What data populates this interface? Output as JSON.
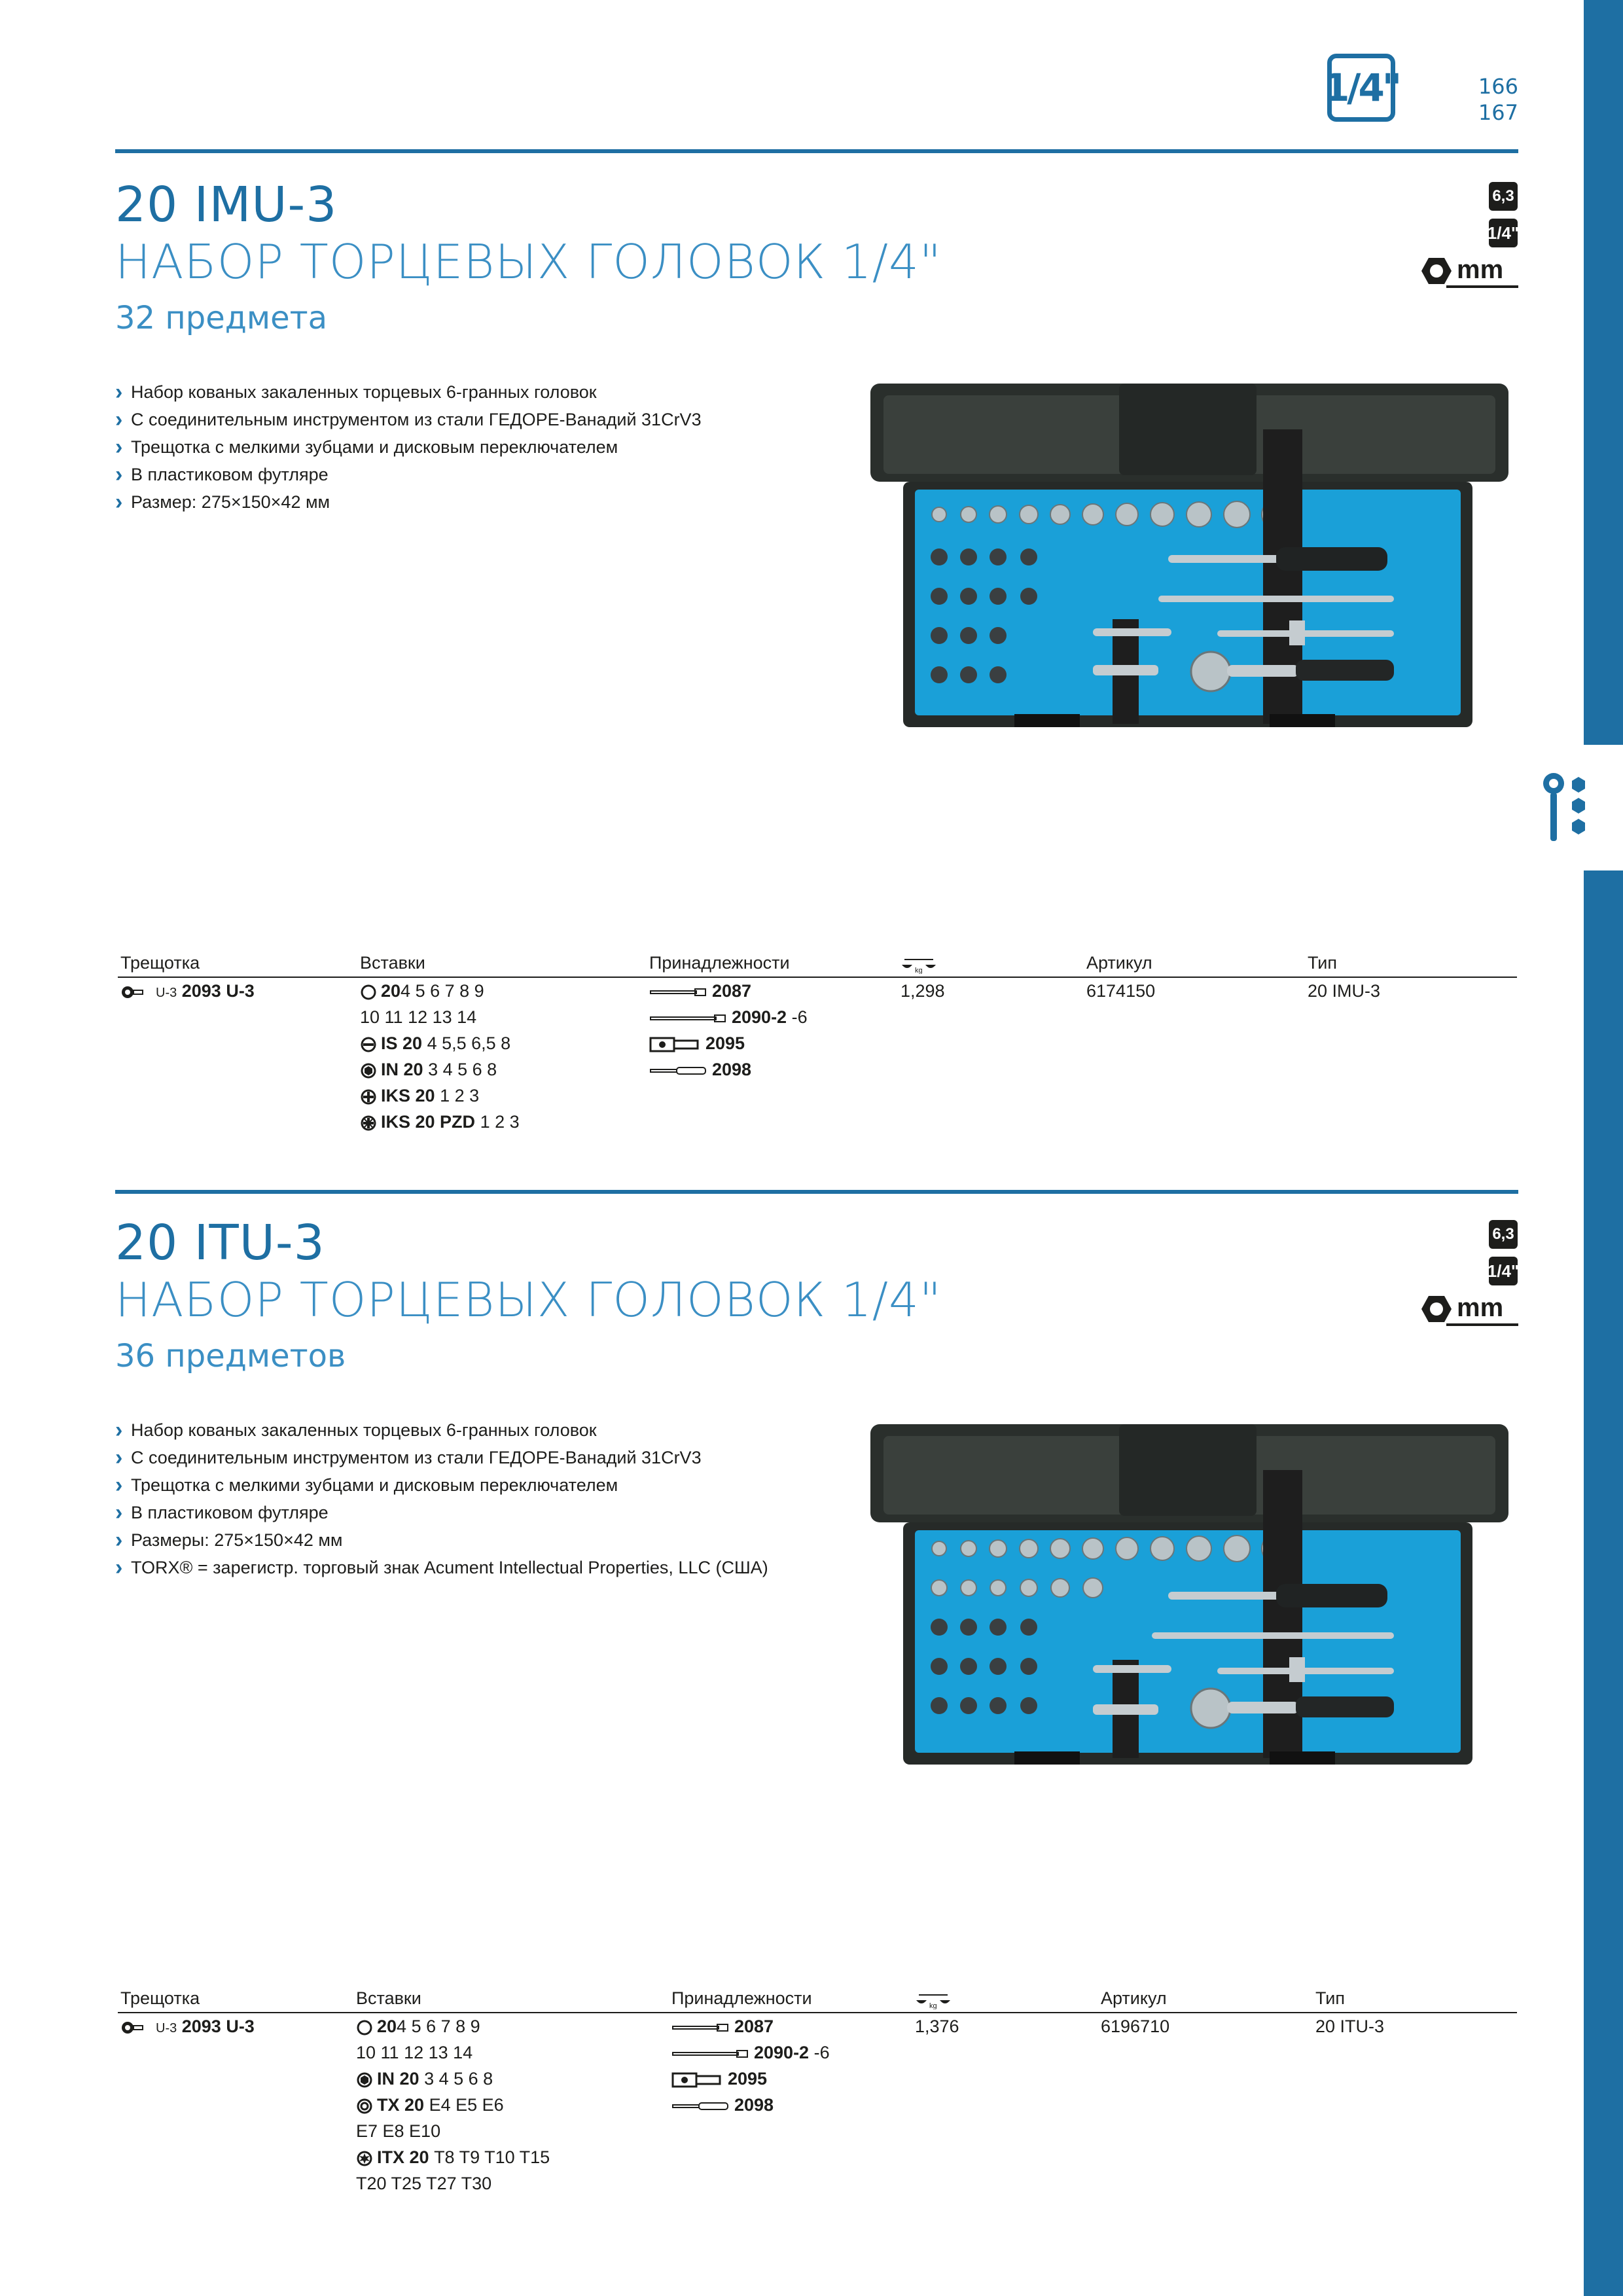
{
  "header": {
    "size_badge": "1/4\"",
    "page_numbers": [
      "166",
      "167"
    ]
  },
  "colors": {
    "accent": "#1e6fa3",
    "accent_light": "#3b8fc4",
    "case_insert": "#1aa0d8",
    "text": "#1d1d1b"
  },
  "sections": [
    {
      "title": "20 IMU-3",
      "subtitle": "НАБОР ТОРЦЕВЫХ ГОЛОВОК 1/4\"",
      "count": "32 предмета",
      "badges": {
        "drive_mm": "6,3",
        "drive_in": "1/4\"",
        "unit": "mm"
      },
      "features": [
        "Набор кованых закаленных торцевых 6-гранных головок",
        "С соединительным инструментом из стали ГЕДОРЕ-Ванадий 31CrV3",
        "Трещотка с мелкими зубцами и дисковым переключателем",
        "В пластиковом футляре",
        "Размер: 275×150×42 мм"
      ],
      "table": {
        "headers": {
          "ratchet": "Трещотка",
          "inserts": "Вставки",
          "accessories": "Принадлежности",
          "weight_icon": "kg",
          "article": "Артикул",
          "type": "Тип"
        },
        "ratchet": {
          "prefix": "U-3",
          "code": "2093 U-3"
        },
        "inserts": [
          {
            "icon": "hex-socket-icon",
            "code": "20",
            "values": "4  5  6  7  8  9"
          },
          {
            "icon": "",
            "code": "",
            "values": "10  11  12  13  14"
          },
          {
            "icon": "slotted-icon",
            "code": "IS 20",
            "values": "4  5,5  6,5  8"
          },
          {
            "icon": "inbus-icon",
            "code": "IN 20",
            "values": "3  4  5  6  8"
          },
          {
            "icon": "phillips-icon",
            "code": "IKS 20",
            "values": "1  2  3"
          },
          {
            "icon": "pozidriv-icon",
            "code": "IKS 20 PZD",
            "values": "1  2  3"
          }
        ],
        "accessories": [
          {
            "icon": "extension-icon",
            "code": "2087",
            "suffix": ""
          },
          {
            "icon": "long-extension-icon",
            "code": "2090-2",
            "suffix": " -6"
          },
          {
            "icon": "adapter-icon",
            "code": "2095",
            "suffix": ""
          },
          {
            "icon": "driver-icon",
            "code": "2098",
            "suffix": ""
          }
        ],
        "weight": "1,298",
        "article": "6174150",
        "type": "20 IMU-3"
      }
    },
    {
      "title": "20 ITU-3",
      "subtitle": "НАБОР ТОРЦЕВЫХ ГОЛОВОК 1/4\"",
      "count": "36 предметов",
      "badges": {
        "drive_mm": "6,3",
        "drive_in": "1/4\"",
        "unit": "mm"
      },
      "features": [
        "Набор кованых закаленных торцевых 6-гранных головок",
        "С соединительным инструментом из стали ГЕДОРЕ-Ванадий 31CrV3",
        "Трещотка с мелкими зубцами и дисковым переключателем",
        "В пластиковом футляре",
        "Размеры: 275×150×42 мм",
        "TORX® = зарегистр. торговый знак Acument Intellectual Properties, LLC (США)"
      ],
      "table": {
        "headers": {
          "ratchet": "Трещотка",
          "inserts": "Вставки",
          "accessories": "Принадлежности",
          "weight_icon": "kg",
          "article": "Артикул",
          "type": "Тип"
        },
        "ratchet": {
          "prefix": "U-3",
          "code": "2093 U-3"
        },
        "inserts": [
          {
            "icon": "hex-socket-icon",
            "code": "20",
            "values": "4  5  6  7  8  9"
          },
          {
            "icon": "",
            "code": "",
            "values": "10  11  12  13  14"
          },
          {
            "icon": "inbus-icon",
            "code": "IN 20",
            "values": "3  4  5  6  8"
          },
          {
            "icon": "torx-socket-icon",
            "code": "TX 20",
            "values": "E4  E5  E6"
          },
          {
            "icon": "",
            "code": "",
            "values": "E7  E8  E10"
          },
          {
            "icon": "torx-icon",
            "code": "ITX 20",
            "values": "T8  T9  T10  T15"
          },
          {
            "icon": "",
            "code": "",
            "values": "T20  T25  T27  T30"
          }
        ],
        "accessories": [
          {
            "icon": "extension-icon",
            "code": "2087",
            "suffix": ""
          },
          {
            "icon": "long-extension-icon",
            "code": "2090-2",
            "suffix": " -6"
          },
          {
            "icon": "adapter-icon",
            "code": "2095",
            "suffix": ""
          },
          {
            "icon": "driver-icon",
            "code": "2098",
            "suffix": ""
          }
        ],
        "weight": "1,376",
        "article": "6196710",
        "type": "20 ITU-3"
      }
    }
  ]
}
